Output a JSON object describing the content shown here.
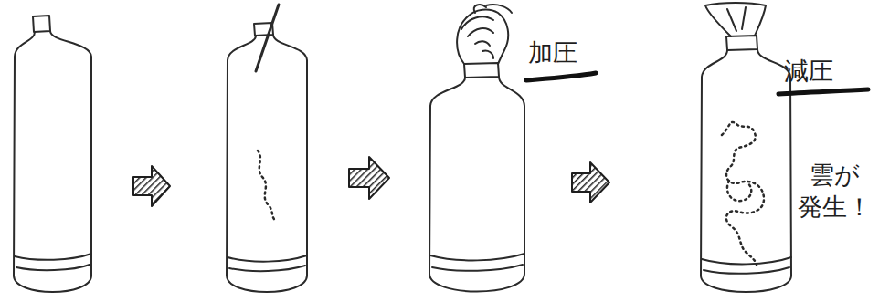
{
  "diagram": {
    "labels": [
      "加圧",
      "減圧",
      "雲が 発生！"
    ]
  }
}
